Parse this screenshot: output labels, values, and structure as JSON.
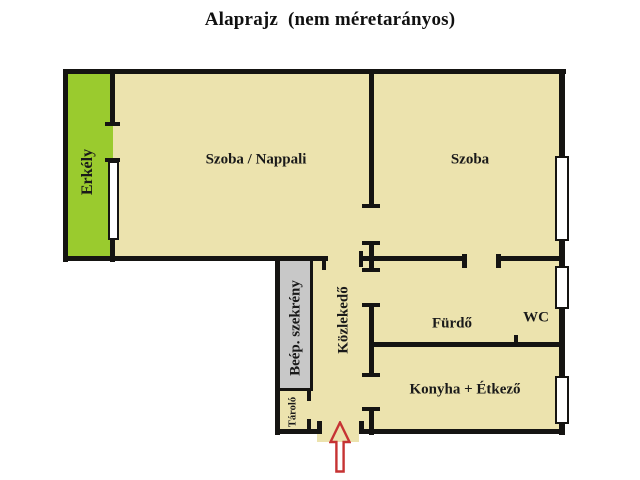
{
  "title": "Alaprajz  (nem méretarányos)",
  "rooms": {
    "erkely": "Erkély",
    "szoba_nappali": "Szoba / Nappali",
    "szoba": "Szoba",
    "beep_szekreny": "Beép. szekrény",
    "kozlekedo": "Közlekedő",
    "furdo": "Fürdő",
    "wc": "WC",
    "konyha_etkezo": "Konyha + Étkező",
    "tarolo": "Tároló"
  },
  "colors": {
    "background": "#FFFFFF",
    "floor": "#ECE3AE",
    "balcony": "#9ACB2E",
    "closet": "#C8C8C8",
    "wall": "#151412",
    "entrance_arrow": "#C63333"
  }
}
